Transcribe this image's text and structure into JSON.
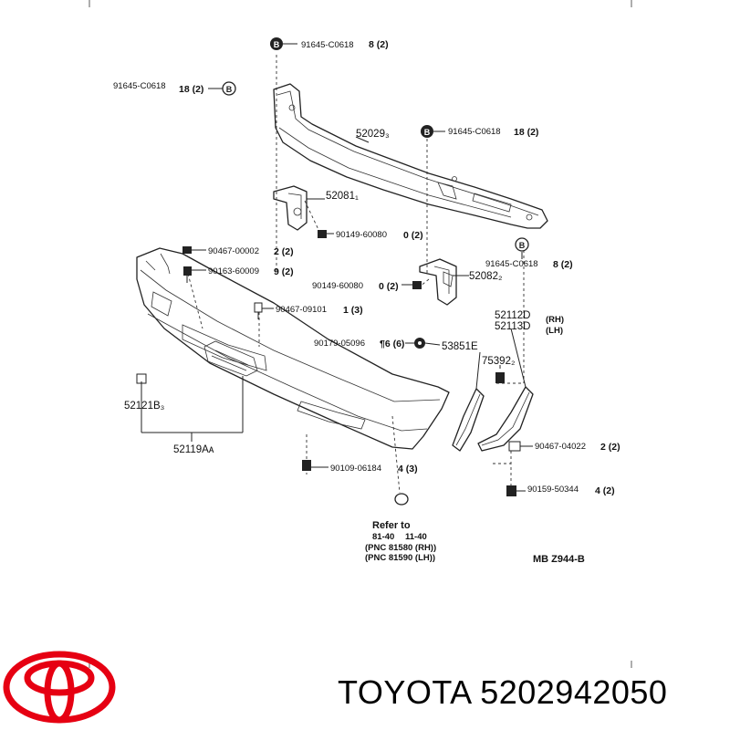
{
  "brand": {
    "name": "TOYOTA",
    "part_number": "5202942050",
    "logo_color": "#E60012"
  },
  "diagram_code": "MB  Z944-B",
  "callouts": [
    {
      "id": "b1",
      "part": "91645-C0618",
      "qty": "8 (2)"
    },
    {
      "id": "b2",
      "part": "91645-C0618",
      "qty": "18 (2)"
    },
    {
      "id": "b3",
      "part": "91645-C0618",
      "qty": "18 (2)"
    },
    {
      "id": "b4",
      "part": "91645-C0618",
      "qty": "8 (2)"
    },
    {
      "id": "c1",
      "part": "90149-60080",
      "qty": "0 (2)"
    },
    {
      "id": "c2",
      "part": "90149-60080",
      "qty": "0 (2)"
    },
    {
      "id": "c3",
      "part": "90467-00002",
      "qty": "2 (2)"
    },
    {
      "id": "c4",
      "part": "90163-60009",
      "qty": "9 (2)"
    },
    {
      "id": "c5",
      "part": "90467-09101",
      "qty": "1 (3)"
    },
    {
      "id": "c6",
      "part": "90179-05096",
      "qty": "¶6 (6)"
    },
    {
      "id": "c7",
      "part": "90467-04022",
      "qty": "2 (2)"
    },
    {
      "id": "c8",
      "part": "90109-06184",
      "qty": "4 (3)"
    },
    {
      "id": "c9",
      "part": "90159-50344",
      "qty": "4 (2)"
    }
  ],
  "part_labels": {
    "p52029": "52029₃",
    "p52081": "52081₁",
    "p52082": "52082₂",
    "p52112": "52112D",
    "p52113": "52113D",
    "rh": "(RH)",
    "lh": "(LH)",
    "p53851": "53851E",
    "p75392": "75392₂",
    "p52121": "52121B₃",
    "p52119": "52119Aᴀ"
  },
  "refer": {
    "title": "Refer to",
    "line1_a": "81-40",
    "line1_b": "11-40",
    "line2": "(PNC  81580 (RH))",
    "line3": "(PNC  81590 (LH))"
  }
}
